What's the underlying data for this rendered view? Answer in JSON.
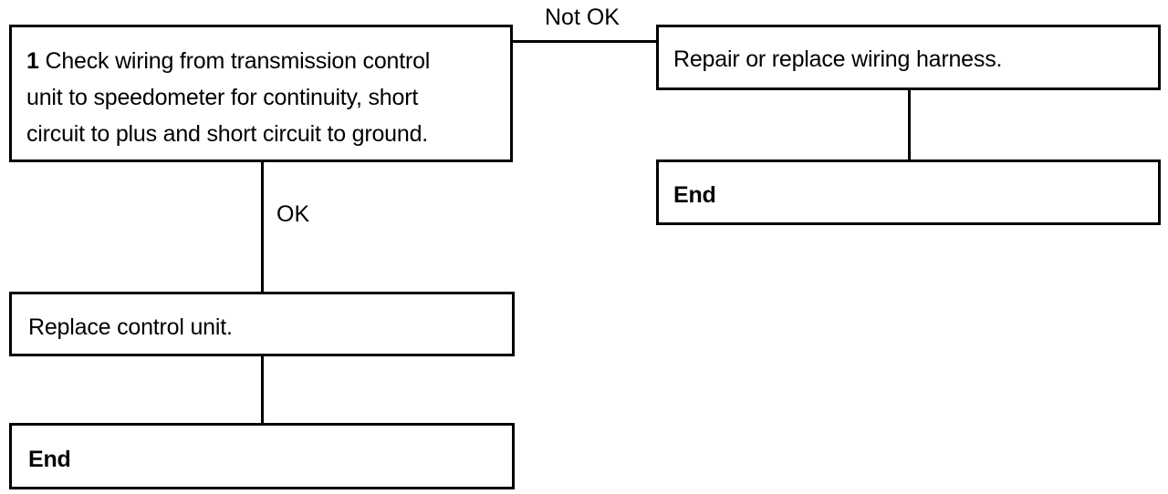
{
  "steps": {
    "check": {
      "number": "1",
      "lines": [
        "Check wiring from transmission control",
        "unit to speedometer for continuity, short",
        "circuit to plus and short circuit to ground."
      ]
    },
    "repair": {
      "text": "Repair or replace wiring harness."
    },
    "replace": {
      "text": "Replace control unit."
    },
    "end_right": {
      "text": "End"
    },
    "end_left": {
      "text": "End"
    }
  },
  "branches": {
    "not_ok": "Not OK",
    "ok": "OK"
  }
}
